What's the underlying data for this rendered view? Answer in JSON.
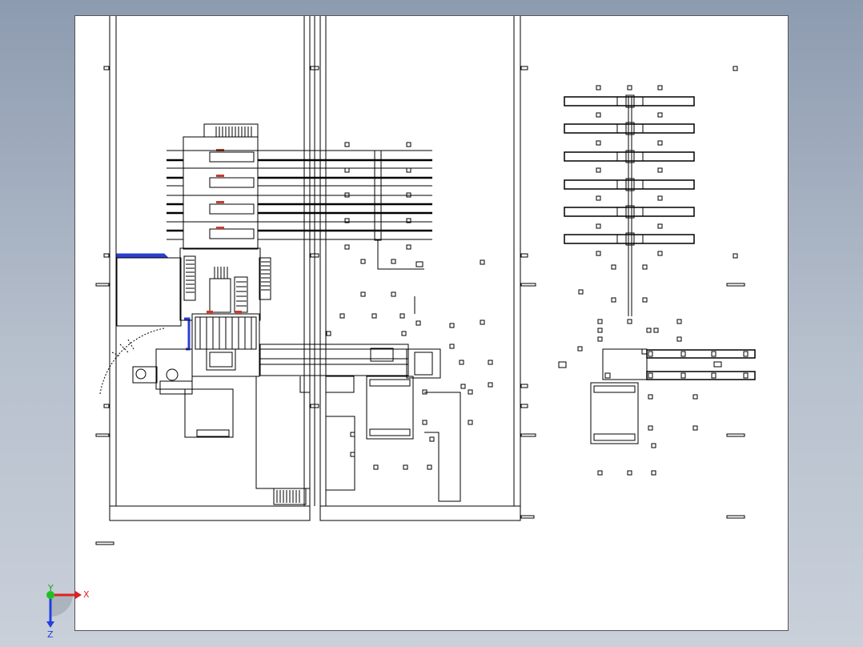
{
  "app": {
    "view": "cad-drawing-viewport"
  },
  "colors": {
    "background_top": "#8d9bb0",
    "background_bottom": "#c9d0da",
    "sheet": "#ffffff",
    "line": "#000000",
    "highlight_blue": "#2a3fd0",
    "accent_red": "#c04030",
    "axis_x": "#e02020",
    "axis_y": "#20c020",
    "axis_z": "#2040e0"
  },
  "triad": {
    "x_label": "X",
    "y_label": "Y",
    "z_label": "Z"
  },
  "icons": {
    "triad": "axis-triad-icon"
  }
}
